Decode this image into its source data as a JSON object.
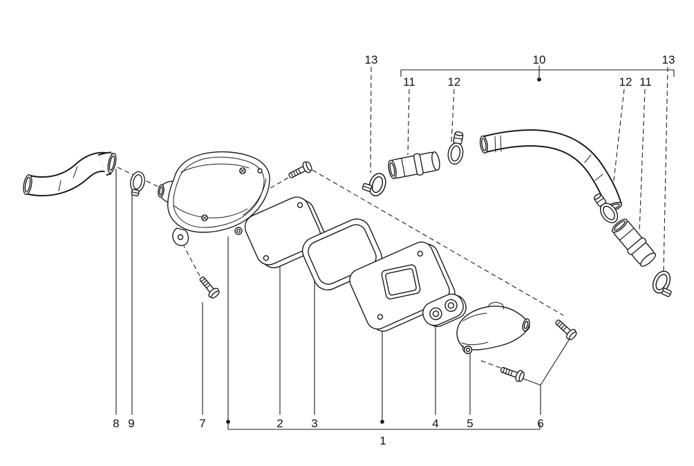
{
  "diagram": {
    "type": "exploded-parts-diagram",
    "background_color": "#ffffff",
    "line_color": "#1a1a1a",
    "callouts": {
      "top_left_13": "13",
      "top_10": "10",
      "top_right_13": "13",
      "upper_left_11": "11",
      "upper_left_12": "12",
      "upper_right_12": "12",
      "upper_right_11": "11",
      "bottom_8": "8",
      "bottom_9": "9",
      "bottom_7": "7",
      "bottom_2": "2",
      "bottom_3": "3",
      "bottom_4": "4",
      "bottom_5": "5",
      "bottom_6": "6",
      "bottom_1": "1"
    }
  }
}
